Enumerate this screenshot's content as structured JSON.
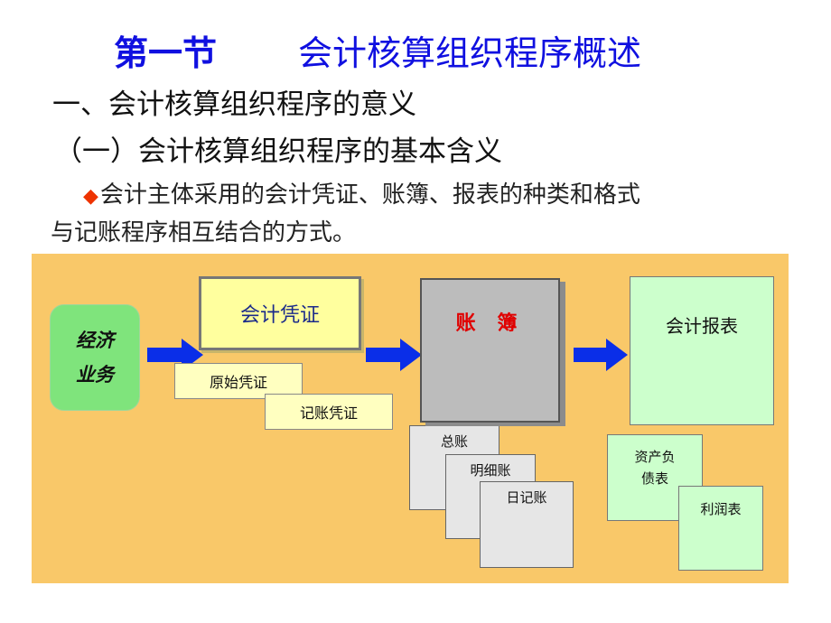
{
  "title": {
    "section": "第一节",
    "topic": "会计核算组织程序概述"
  },
  "heading1": "一、会计核算组织程序的意义",
  "heading2": "（一）会计核算组织程序的基本含义",
  "definition": {
    "bullet": "◆",
    "text_line1": "会计主体采用的会计凭证、账簿、报表的种类和格式",
    "text_line2": "与记账程序相互结合的方式。"
  },
  "diagram": {
    "economic_business": [
      "经济",
      "业务"
    ],
    "accounting_voucher": "会计凭证",
    "original_voucher": "原始凭证",
    "bookkeeping_voucher": "记账凭证",
    "ledger": "账 簿",
    "general_ledger": "总账",
    "detail_ledger": "明细账",
    "journal": "日记账",
    "accounting_report": "会计报表",
    "balance_sheet": [
      "资产负",
      "债表"
    ],
    "income_statement": "利润表"
  },
  "colors": {
    "title_blue": "#1010e0",
    "panel": "#f9c869",
    "arrow_blue": "#0a2ee8",
    "ledger_red": "#e00000"
  }
}
